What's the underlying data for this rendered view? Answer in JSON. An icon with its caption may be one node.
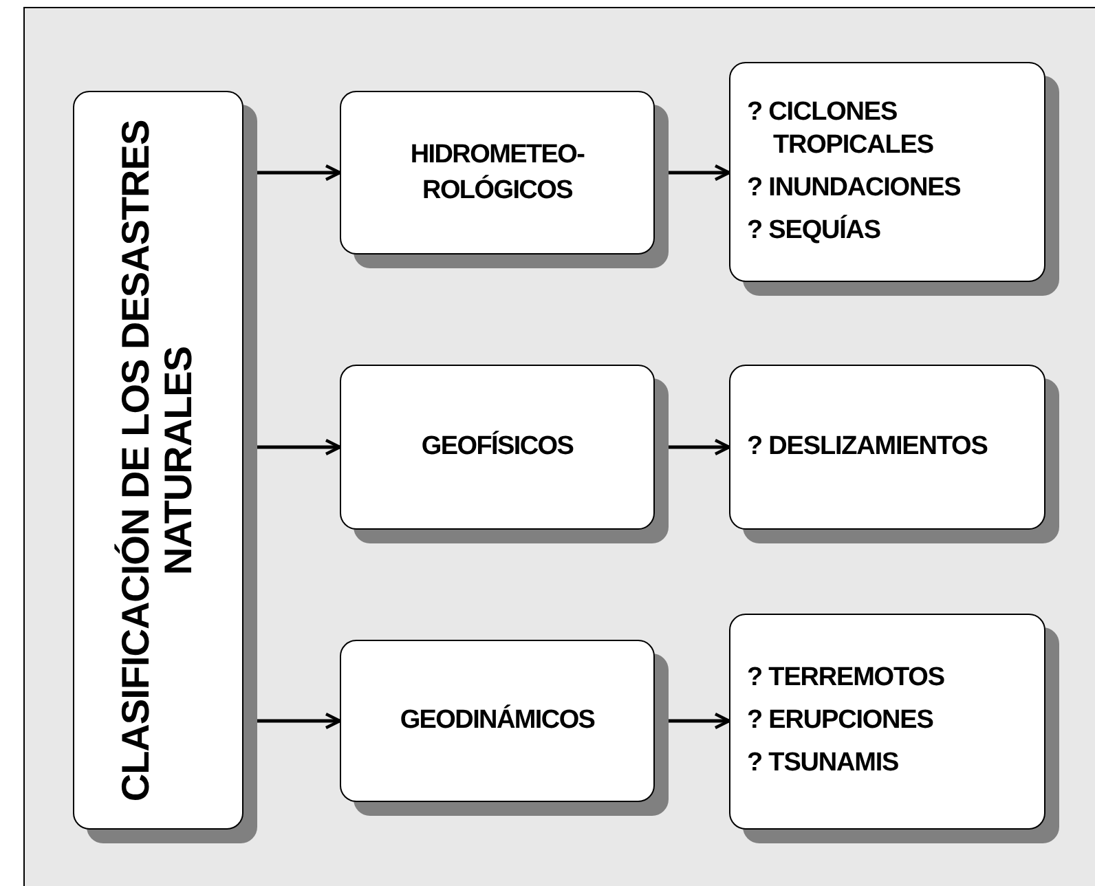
{
  "diagram": {
    "nodes": [
      {
        "text": [
          "CLASIFICACIÓN DE LOS DESASTRES NATURALES"
        ]
      },
      {
        "text": [
          "HIDROMETEO- ROLÓGICOS"
        ]
      },
      {
        "text": [
          "? CICLONES TROPICALES",
          "? INUNDACIONES",
          "? SEQUÍAS"
        ]
      },
      {
        "text": [
          "GEOFÍSICOS"
        ]
      },
      {
        "text": [
          "? DESLIZAMIENTOS"
        ]
      },
      {
        "text": [
          "GEODINÁMICOS"
        ]
      },
      {
        "text": [
          "? TERREMOTOS",
          "? ERUPCIONES",
          "? TSUNAMIS"
        ]
      }
    ],
    "edges": [
      {
        "from": 0,
        "to": 1,
        "arrow": "to"
      },
      {
        "from": 1,
        "to": 2,
        "arrow": "to"
      },
      {
        "from": 0,
        "to": 3,
        "arrow": "to"
      },
      {
        "from": 3,
        "to": 4,
        "arrow": "to"
      },
      {
        "from": 0,
        "to": 5,
        "arrow": "to"
      },
      {
        "from": 5,
        "to": 6,
        "arrow": "to"
      }
    ]
  }
}
